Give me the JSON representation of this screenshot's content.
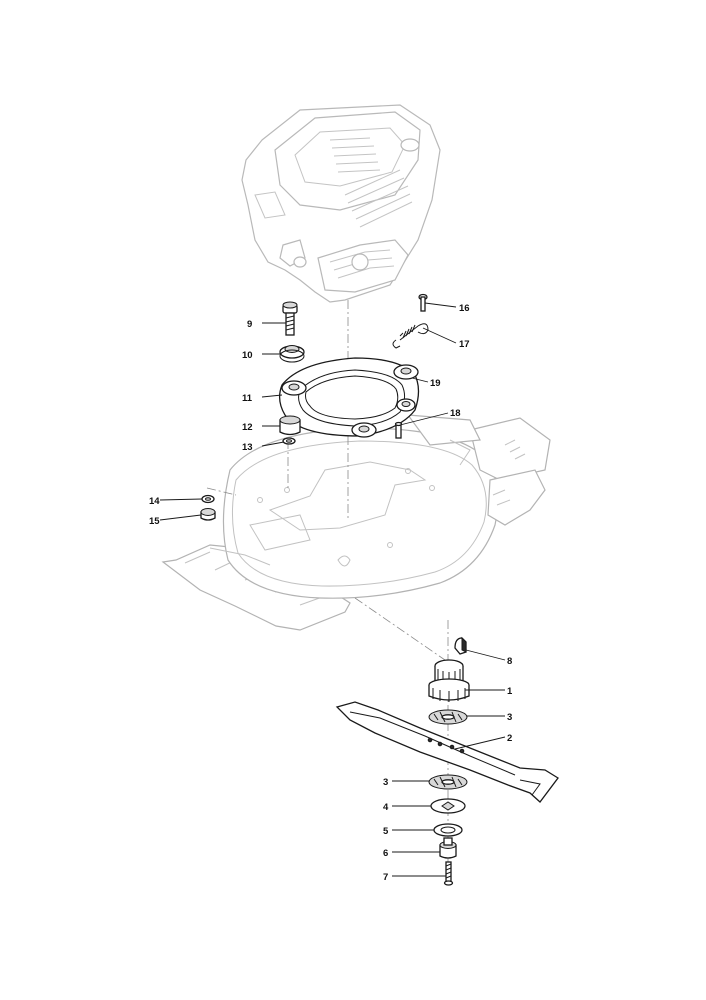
{
  "callouts": [
    {
      "id": "c16",
      "label": "16"
    },
    {
      "id": "c17",
      "label": "17"
    },
    {
      "id": "c9",
      "label": "9"
    },
    {
      "id": "c10",
      "label": "10"
    },
    {
      "id": "c19",
      "label": "19"
    },
    {
      "id": "c11",
      "label": "11"
    },
    {
      "id": "c18",
      "label": "18"
    },
    {
      "id": "c12",
      "label": "12"
    },
    {
      "id": "c13",
      "label": "13"
    },
    {
      "id": "c14",
      "label": "14"
    },
    {
      "id": "c15",
      "label": "15"
    },
    {
      "id": "c8",
      "label": "8"
    },
    {
      "id": "c1",
      "label": "1"
    },
    {
      "id": "c3a",
      "label": "3"
    },
    {
      "id": "c2",
      "label": "2"
    },
    {
      "id": "c3b",
      "label": "3"
    },
    {
      "id": "c4",
      "label": "4"
    },
    {
      "id": "c5",
      "label": "5"
    },
    {
      "id": "c6",
      "label": "6"
    },
    {
      "id": "c7",
      "label": "7"
    }
  ]
}
